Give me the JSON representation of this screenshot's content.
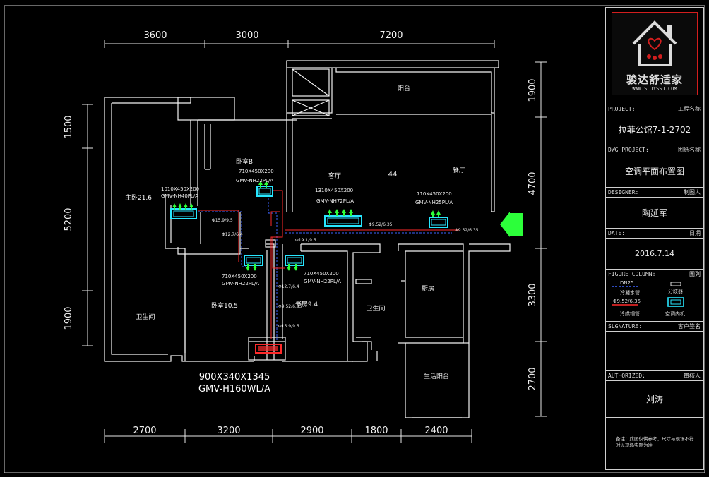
{
  "dimensions": {
    "top": [
      "3600",
      "3000",
      "7200"
    ],
    "bottom": [
      "2700",
      "3200",
      "2900",
      "1800",
      "2400"
    ],
    "left": [
      "1500",
      "5200",
      "1900"
    ],
    "right": [
      "1900",
      "4700",
      "3300",
      "2700"
    ]
  },
  "rooms": {
    "balcony": "阳台",
    "bedroom_b": "卧室B",
    "living": "客厅",
    "living_area": "44",
    "dining": "餐厅",
    "master": "主卧21.6",
    "bath_left": "卫生间",
    "bedroom_105": "卧室10.5",
    "study": "书房9.4",
    "bath_mid": "卫生间",
    "kitchen": "厨房",
    "service_balcony": "生活阳台"
  },
  "units": [
    {
      "size": "1010X450X200",
      "model": "GMV-NH40PL/A"
    },
    {
      "size": "710X450X200",
      "model": "GMV-NH22PL/A"
    },
    {
      "size": "1310X450X200",
      "model": "GMV-NH72PL/A"
    },
    {
      "size": "710X450X200",
      "model": "GMV-NH25PL/A"
    },
    {
      "size": "710X450X200",
      "model": "GMV-NH22PL/A"
    },
    {
      "size": "710X450X200",
      "model": "GMV-NH22PL/A"
    }
  ],
  "outdoor_unit": {
    "size": "900X340X1345",
    "model": "GMV-H160WL/A"
  },
  "pipe_labels": [
    "Φ15.9/9.5",
    "Φ12.7/6.4",
    "Φ19.1/9.5",
    "Φ9.52/6.35",
    "Φ9.52/6.35",
    "Φ12.7/6.4",
    "Φ9.52/6.35",
    "Φ15.9/9.5"
  ],
  "title_block": {
    "logo_brand": "骏达舒适家",
    "logo_url": "WWW.SCJYSSJ.COM",
    "project_label": "PROJECT:",
    "project_cn": "工程名称",
    "project_value": "拉菲公馆7-1-2702",
    "dwg_label": "DWG PROJECT:",
    "dwg_cn": "图纸名称",
    "dwg_value": "空调平面布置图",
    "designer_label": "DESIGNER:",
    "designer_cn": "制图人",
    "designer_value": "陶延军",
    "date_label": "DATE:",
    "date_cn": "日期",
    "date_value": "2016.7.14",
    "figure_label": "FIGURE COLUMN:",
    "figure_cn": "图列",
    "legend": {
      "condensate": "冷凝水管",
      "branch": "分歧器",
      "refrigerant": "冷媒铜管",
      "indoor": "空调内机",
      "condensate_tag": "DN25",
      "refrigerant_tag": "Φ9.52/6.35"
    },
    "signature_label": "SLGNATURE:",
    "signature_cn": "客户签名",
    "authorized_label": "AUTHORIZED:",
    "authorized_cn": "审核人",
    "authorized_value": "刘涛",
    "note": "备注：此图仅供参考，尺寸与现场不符时以现场实际为准"
  }
}
